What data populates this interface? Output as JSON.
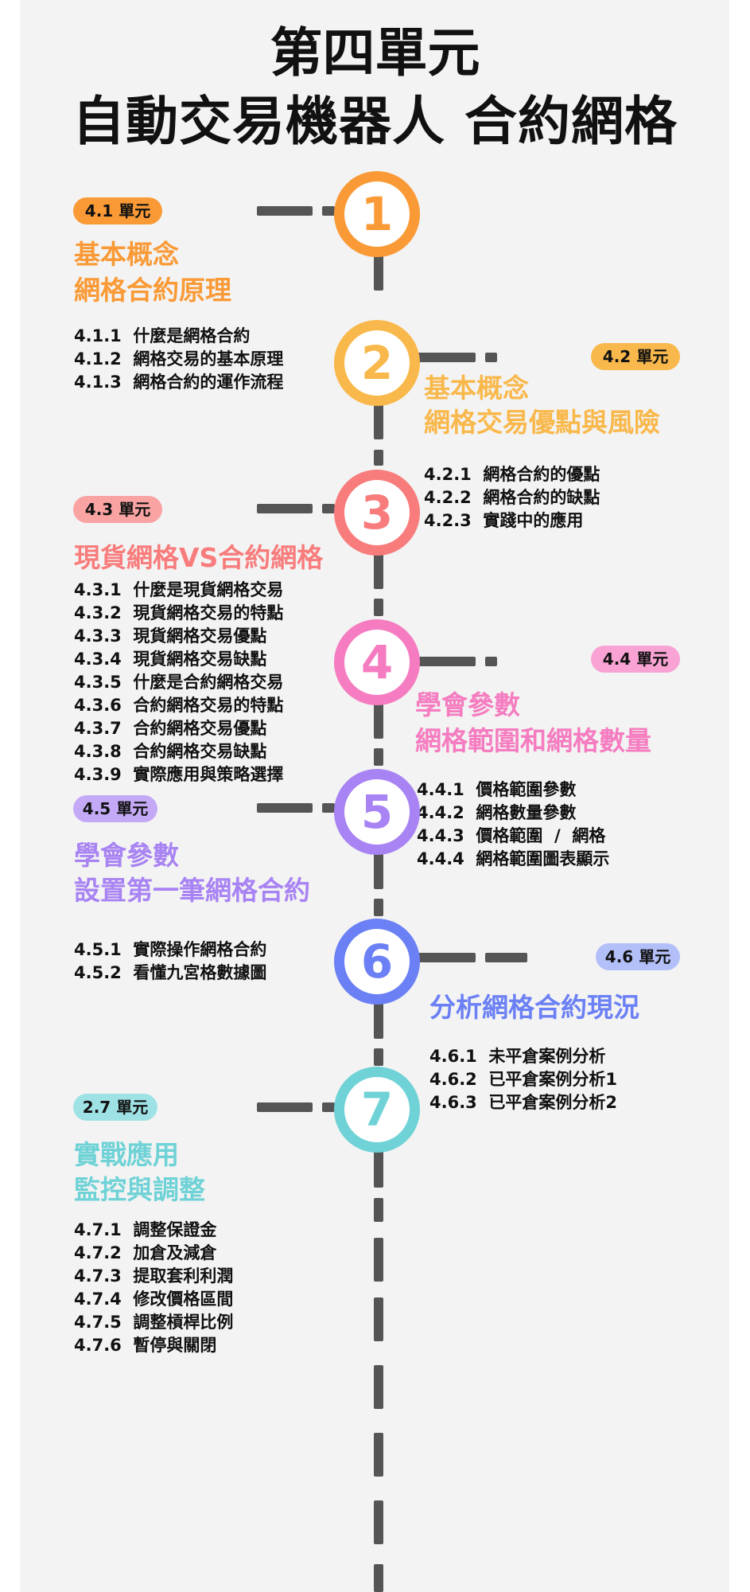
{
  "title": {
    "line1": "第四單元",
    "line2": "自動交易機器人  合約網格"
  },
  "colors": {
    "orange": "#f99a36",
    "yellow": "#f9b84b",
    "coral": "#f87c7c",
    "pink": "#f57cc0",
    "purple": "#a883f3",
    "blue": "#6b80f4",
    "teal": "#6fd2d6",
    "line": "#555555"
  },
  "steps": [
    {
      "number": "1",
      "badge": "4.1  單元",
      "heading1": "基本概念",
      "heading2": "網格合約原理",
      "items": [
        "4.1.1  什麼是網格合約",
        "4.1.2  網格交易的基本原理",
        "4.1.3  網格合約的運作流程"
      ]
    },
    {
      "number": "2",
      "badge": "4.2  單元",
      "heading1": "基本概念",
      "heading2": "網格交易優點與風險",
      "items": [
        "4.2.1  網格合約的優點",
        "4.2.2  網格合約的缺點",
        "4.2.3  實踐中的應用"
      ]
    },
    {
      "number": "3",
      "badge": "4.3  單元",
      "heading1": "現貨網格VS合約網格",
      "items": [
        "4.3.1  什麼是現貨網格交易",
        "4.3.2  現貨網格交易的特點",
        "4.3.3  現貨網格交易優點",
        "4.3.4  現貨網格交易缺點",
        "4.3.5  什麼是合約網格交易",
        "4.3.6  合約網格交易的特點",
        "4.3.7  合約網格交易優點",
        "4.3.8  合約網格交易缺點",
        "4.3.9  實際應用與策略選擇"
      ]
    },
    {
      "number": "4",
      "badge": "4.4  單元",
      "heading1": "學會參數",
      "heading2": "網格範圍和網格數量",
      "items": [
        "4.4.1  價格範圍參數",
        "4.4.2  網格數量參數",
        "4.4.3  價格範圍  /  網格",
        "4.4.4  網格範圍圖表顯示"
      ]
    },
    {
      "number": "5",
      "badge": "4.5 單元",
      "heading1": "學會參數",
      "heading2": "設置第一筆網格合約",
      "items": [
        "4.5.1  實際操作網格合約",
        "4.5.2  看懂九宮格數據圖"
      ]
    },
    {
      "number": "6",
      "badge": "4.6 單元",
      "heading1": "分析網格合約現況",
      "items": [
        "4.6.1  未平倉案例分析",
        "4.6.2  已平倉案例分析1",
        "4.6.3  已平倉案例分析2"
      ]
    },
    {
      "number": "7",
      "badge": "2.7 單元",
      "heading1": "實戰應用",
      "heading2": "監控與調整",
      "items": [
        "4.7.1  調整保證金",
        "4.7.2  加倉及減倉",
        "4.7.3  提取套利利潤",
        "4.7.4  修改價格區間",
        "4.7.5  調整槓桿比例",
        "4.7.6  暫停與關閉"
      ]
    }
  ]
}
